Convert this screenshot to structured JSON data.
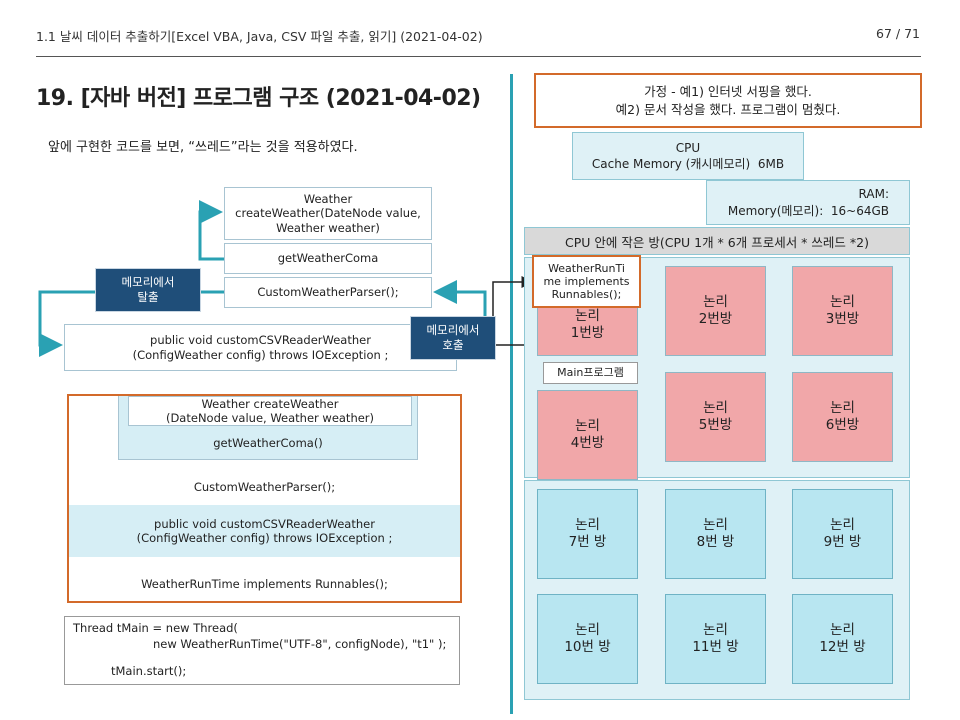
{
  "header": {
    "breadcrumb": "1.1 날씨 데이터 추출하기[Excel VBA, Java, CSV 파일 추출, 읽기] (2021-04-02)",
    "page_number": "67 / 71"
  },
  "slide": {
    "title": "19. [자바 버전] 프로그램 구조 (2021-04-02)",
    "subtitle": "앞에 구현한 코드를 보면, “쓰레드”라는 것을 적용하였다."
  },
  "flow": {
    "weather_create": "Weather\ncreateWeather(DateNode value,\nWeather weather)",
    "get_weather_coma": "getWeatherComa",
    "custom_parser": "CustomWeatherParser();",
    "custom_csv_reader": "public void customCSVReaderWeather\n(ConfigWeather config) throws IOException ;",
    "memory_out": "메모리에서\n탈출",
    "memory_call": "메모리에서\n호출"
  },
  "stack": {
    "weather_create": "Weather createWeather\n(DateNode value, Weather weather)",
    "get_weather_coma": "getWeatherComa()",
    "custom_parser": "CustomWeatherParser();",
    "custom_csv_reader": "public void customCSVReaderWeather\n(ConfigWeather config) throws IOException ;",
    "runtime": "WeatherRunTime implements Runnables();"
  },
  "code": {
    "line1": "Thread tMain = new Thread(",
    "line2": "new WeatherRunTime(\"UTF-8\", configNode),  \"t1\" );",
    "line3": "tMain.start();"
  },
  "right": {
    "assumption": "가정 - 예1) 인터넷 서핑을 했다.\n예2) 문서 작성을 했다. 프로그램이 멈췄다.",
    "cpu": "CPU\nCache Memory (캐시메모리)  6MB",
    "ram": "RAM:\nMemory(메모리):  16~64GB",
    "cpu_rooms_header": "CPU 안에 작은 방(CPU 1개 * 6개 프로세서 * 쓰레드 *2)",
    "runtime_note": "WeatherRunTi\nme implements\nRunnables();",
    "main_program": "Main프로그램",
    "rooms_red": [
      "논리\n1번방",
      "논리\n2번방",
      "논리\n3번방",
      "논리\n4번방",
      "논리\n5번방",
      "논리\n6번방"
    ],
    "rooms_cyan": [
      "논리\n7번 방",
      "논리\n8번 방",
      "논리\n9번 방",
      "논리\n10번 방",
      "논리\n11번 방",
      "논리\n12번 방"
    ]
  },
  "colors": {
    "accent_teal": "#2aa1b3",
    "navy": "#1f4e79",
    "orange": "#d36a2a",
    "room_red": "#f1a7a9",
    "room_cyan": "#b8e6f1"
  }
}
